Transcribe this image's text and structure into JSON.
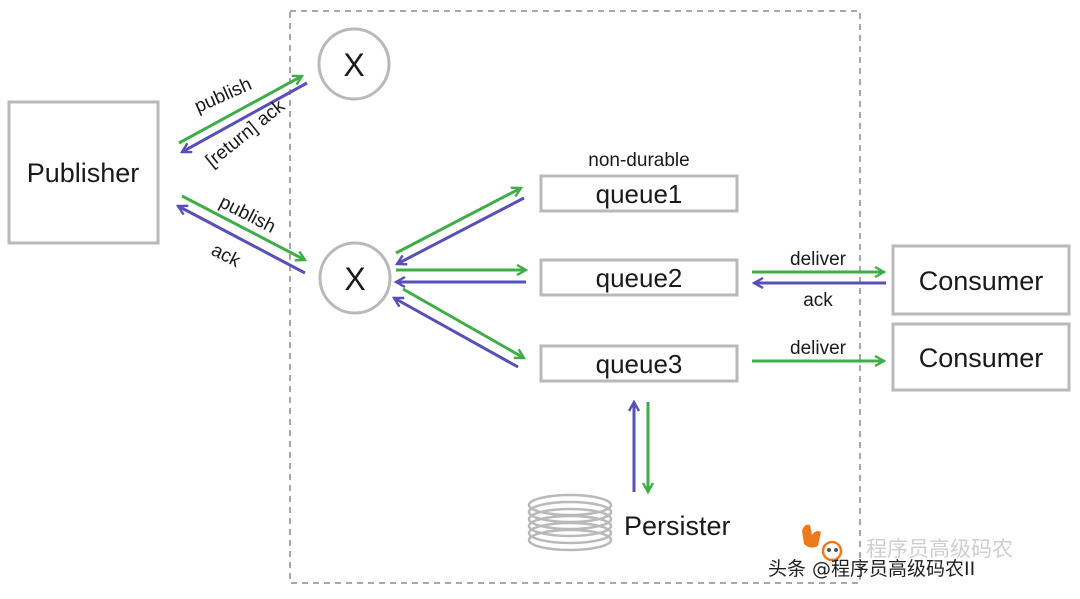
{
  "diagram": {
    "publisher": "Publisher",
    "exchange_top": "X",
    "exchange_main": "X",
    "labels": {
      "publish_top": "publish",
      "return_ack": "[return] ack",
      "publish_main": "publish",
      "ack_main": "ack",
      "non_durable": "non-durable",
      "deliver_1": "deliver",
      "ack_consumer": "ack",
      "deliver_2": "deliver"
    },
    "queues": [
      "queue1",
      "queue2",
      "queue3"
    ],
    "consumers": [
      "Consumer",
      "Consumer"
    ],
    "persister": "Persister"
  },
  "watermark": {
    "faded": "程序员高级码农",
    "main": "头条 @程序员高级码农II"
  },
  "colors": {
    "green": "#3fae49",
    "blue": "#5850b8",
    "box_border": "#b9b9b9",
    "dashed": "#a8a8a8",
    "logo_orange": "#f07a1a"
  }
}
